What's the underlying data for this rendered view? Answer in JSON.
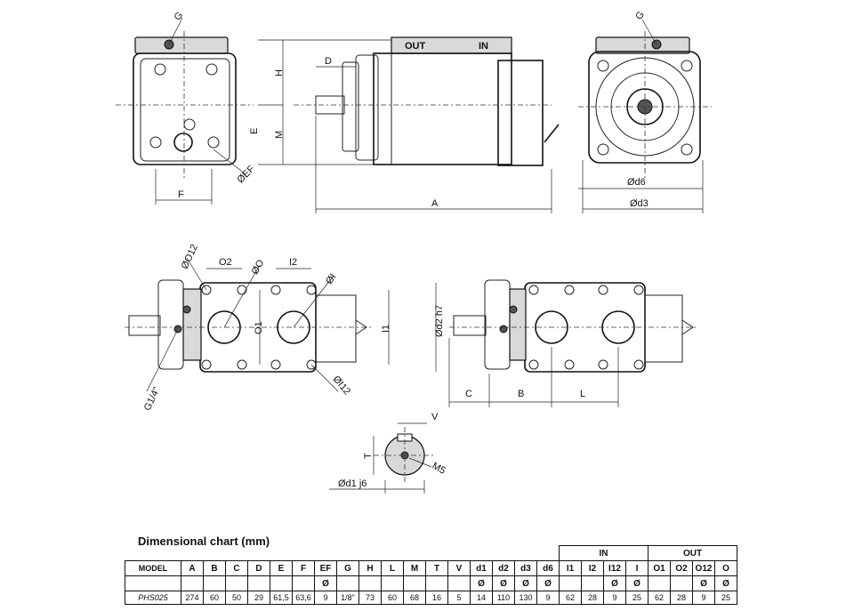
{
  "chart_title": "Dimensional chart (mm)",
  "drawing_labels": {
    "G": "G",
    "H": "H",
    "M": "M",
    "E": "E",
    "F": "F",
    "D": "D",
    "A": "A",
    "EF": "ØEF",
    "OUT": "OUT",
    "IN": "IN",
    "d6": "Ød6",
    "d3": "Ød3",
    "O12": "ØO12",
    "O2": "O2",
    "O": "ØO",
    "I2": "I2",
    "I": "ØI",
    "O1": "O1",
    "I1": "I1",
    "I12": "ØI12",
    "G14": "G1/4\"",
    "d2h7": "Ød2  h7",
    "C": "C",
    "B": "B",
    "L": "L",
    "V": "V",
    "T": "T",
    "M5": "M5",
    "d1j6": "Ød1  j6"
  },
  "table": {
    "group_in": "IN",
    "group_out": "OUT",
    "headers": [
      [
        "MODEL",
        ""
      ],
      [
        "A",
        ""
      ],
      [
        "B",
        ""
      ],
      [
        "C",
        ""
      ],
      [
        "D",
        ""
      ],
      [
        "E",
        ""
      ],
      [
        "F",
        ""
      ],
      [
        "EF",
        "Ø"
      ],
      [
        "G",
        ""
      ],
      [
        "H",
        ""
      ],
      [
        "L",
        ""
      ],
      [
        "M",
        ""
      ],
      [
        "T",
        ""
      ],
      [
        "V",
        ""
      ],
      [
        "d1",
        "Ø"
      ],
      [
        "d2",
        "Ø"
      ],
      [
        "d3",
        "Ø"
      ],
      [
        "d6",
        "Ø"
      ],
      [
        "I1",
        ""
      ],
      [
        "I2",
        ""
      ],
      [
        "I12",
        "Ø"
      ],
      [
        "I",
        "Ø"
      ],
      [
        "O1",
        ""
      ],
      [
        "O2",
        ""
      ],
      [
        "O12",
        "Ø"
      ],
      [
        "O",
        "Ø"
      ]
    ],
    "row": [
      "PHS025",
      "274",
      "60",
      "50",
      "29",
      "61,5",
      "63,6",
      "9",
      "1/8\"",
      "73",
      "60",
      "68",
      "16",
      "5",
      "14",
      "110",
      "130",
      "9",
      "62",
      "28",
      "9",
      "25",
      "62",
      "28",
      "9",
      "25"
    ]
  }
}
